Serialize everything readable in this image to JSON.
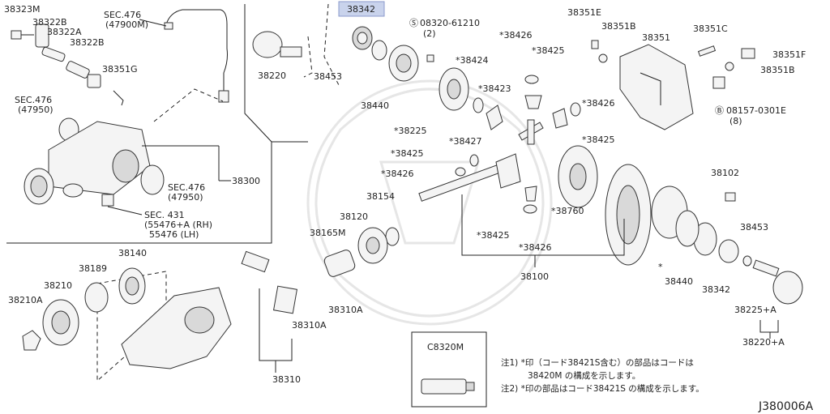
{
  "diagram": {
    "highlight_color": "#c9d3ec",
    "code": "J380006A",
    "labels": {
      "l38323M": "38323M",
      "l38322B_a": "38322B",
      "l38322A": "38322A",
      "l38322B_b": "38322B",
      "l38351G": "38351G",
      "lSEC476_a": "SEC.476",
      "l47900M": "(47900M)",
      "lSEC476_b": "SEC.476",
      "l47950_a": "(47950)",
      "lSEC476_c": "SEC.476",
      "l47950_b": "(47950)",
      "l38300": "38300",
      "lSEC431": "SEC. 431",
      "l55476A": "(55476+A (RH)",
      "l55476": "55476 (LH)",
      "l38220": "38220",
      "l38342_top": "38342",
      "l08320": "08320-61210",
      "l08320q": "(2)",
      "l38453_top": "38453",
      "l38440_top": "38440",
      "l38424": "38424",
      "l38426_a": "38426",
      "l38425_a": "38425",
      "l38423": "38423",
      "l38225": "38225",
      "l38427": "38427",
      "l38425_b": "38425",
      "l38426_b": "38426",
      "l38351E": "38351E",
      "l38351B_a": "38351B",
      "l38351": "38351",
      "l38351C": "38351C",
      "l38351F": "38351F",
      "l38351B_b": "38351B",
      "l08157": "08157-0301E",
      "l08157q": "(8)",
      "l38426_c": "38426",
      "l38425_c": "38425",
      "l38102": "38102",
      "l38154": "38154",
      "l38120": "38120",
      "l38165M": "38165M",
      "l38760": "38760",
      "l38425_d": "38425",
      "l38426_d": "38426",
      "l38100": "38100",
      "l38453_r": "38453",
      "l38440_r": "38440",
      "l38342_r": "38342",
      "l38225A": "38225+A",
      "l38220A": "38220+A",
      "l38140": "38140",
      "l38189": "38189",
      "l38210": "38210",
      "l38210A": "38210A",
      "l38310A_a": "38310A",
      "l38310A_b": "38310A",
      "l38310": "38310",
      "lC8320M": "C8320M"
    },
    "notes": {
      "n1a": "注1) *印（コード38421S含む）の部品はコードは",
      "n1b": "38420M の構成を示します。",
      "n2": "注2) *印の部品はコード38421S の構成を示します。"
    }
  }
}
